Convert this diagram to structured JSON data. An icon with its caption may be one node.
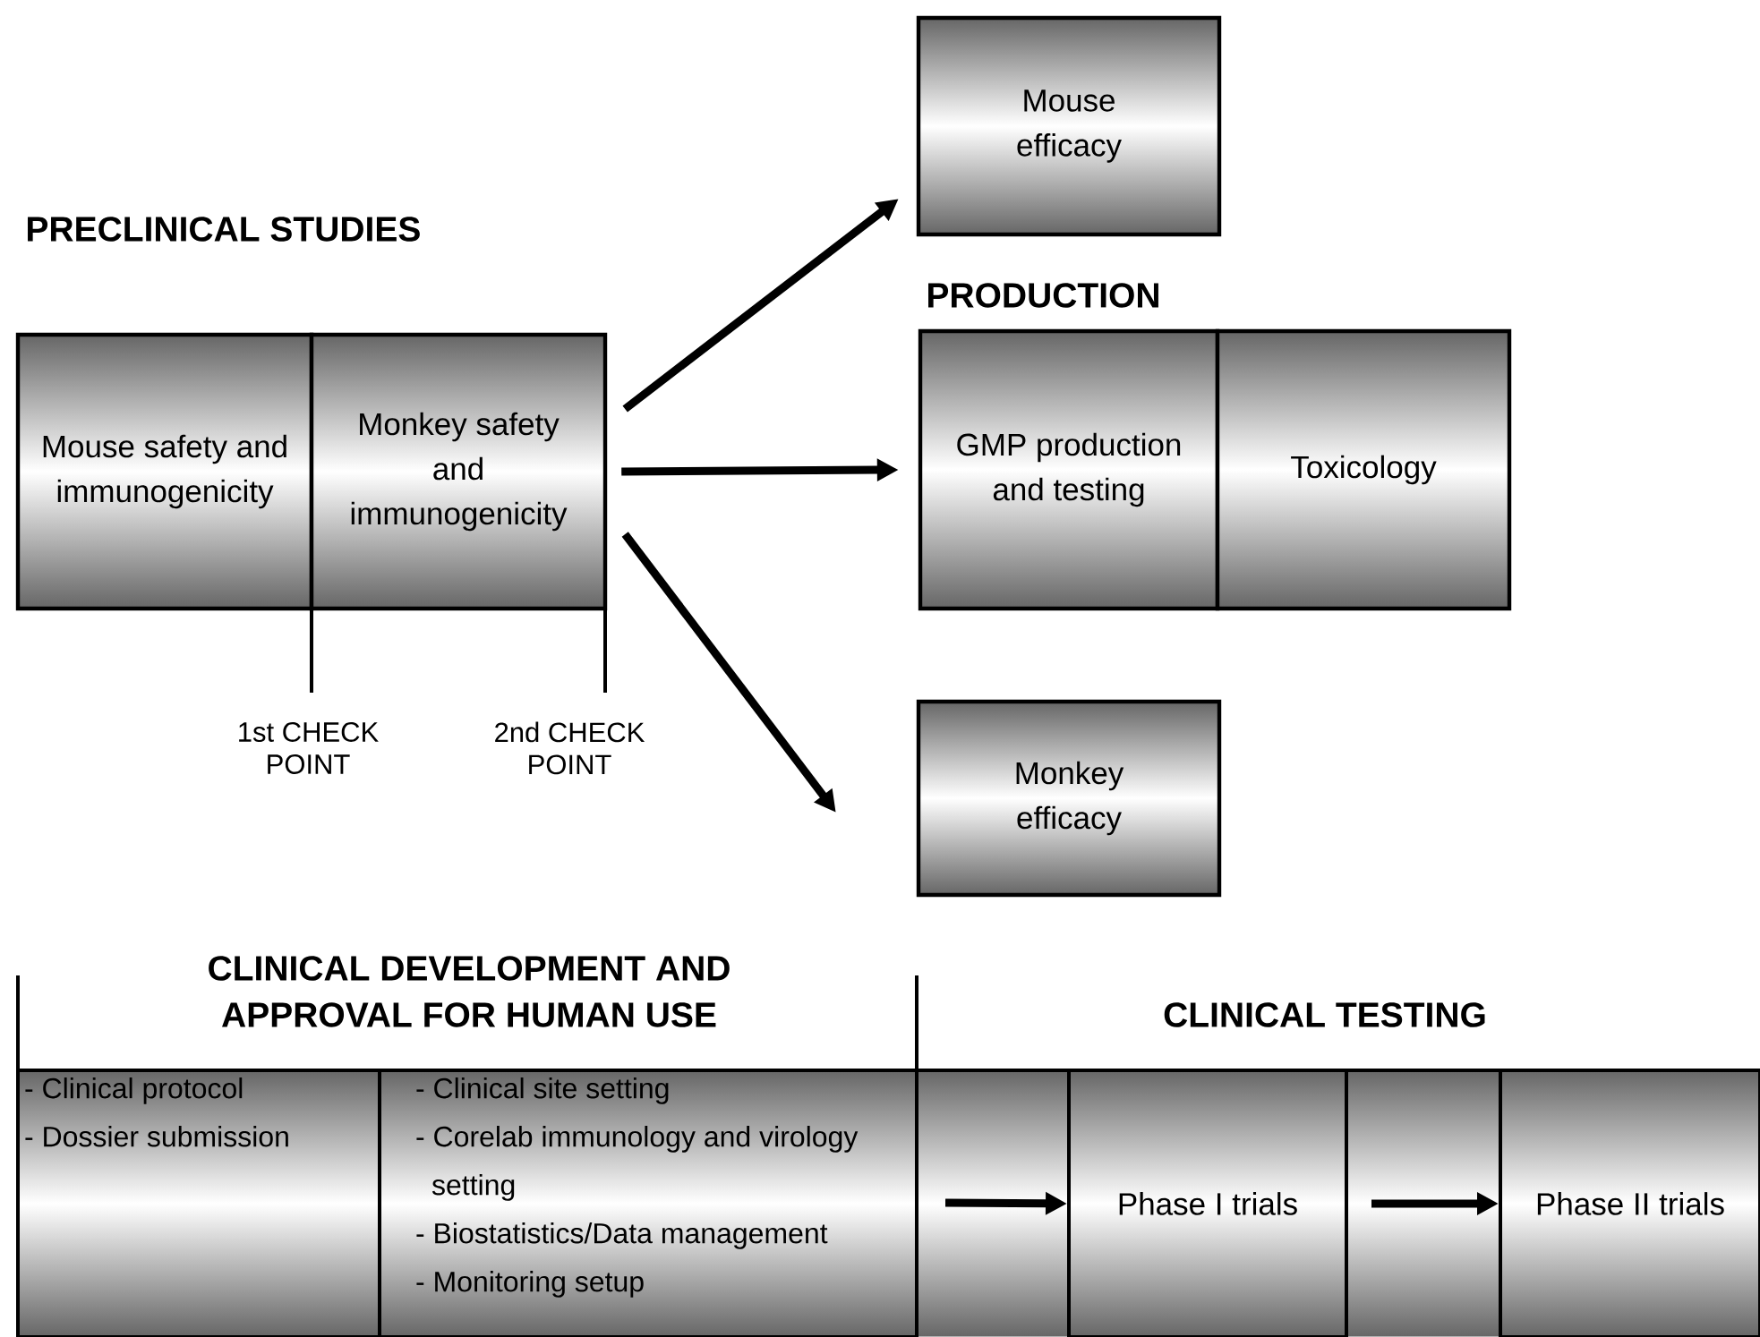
{
  "diagram": {
    "nodes": [
      {
        "text": [
          "Mouse safety and immunogenicity"
        ]
      },
      {
        "text": [
          "Monkey safety and immunogenicity"
        ]
      },
      {
        "text": [
          "Mouse efficacy"
        ]
      },
      {
        "text": [
          "GMP production and testing"
        ]
      },
      {
        "text": [
          "Toxicology"
        ]
      },
      {
        "text": [
          "Monkey efficacy"
        ]
      },
      {
        "text": [
          "- Clinical protocol",
          "- Dossier submission"
        ]
      },
      {
        "text": [
          "- Clinical site setting",
          "- Corelab immunology and virology setting",
          "- Biostatistics/Data management",
          "- Monitoring setup"
        ]
      },
      {
        "text": [
          "Phase I trials"
        ]
      },
      {
        "text": [
          "Phase II trials"
        ]
      }
    ],
    "edges": [
      {
        "from": 1,
        "to": 2,
        "arrow": "to"
      },
      {
        "from": 1,
        "to": 3,
        "arrow": "to"
      },
      {
        "from": 1,
        "to": 5,
        "arrow": "to"
      },
      {
        "from": null,
        "to": 8,
        "arrow": "to"
      },
      {
        "from": 8,
        "to": 9,
        "arrow": "to"
      }
    ],
    "labels": [
      "PRECLINICAL STUDIES",
      "PRODUCTION",
      "1st CHECK POINT",
      "2nd CHECK POINT",
      "CLINICAL DEVELOPMENT AND APPROVAL FOR HUMAN USE",
      "CLINICAL TESTING"
    ]
  }
}
